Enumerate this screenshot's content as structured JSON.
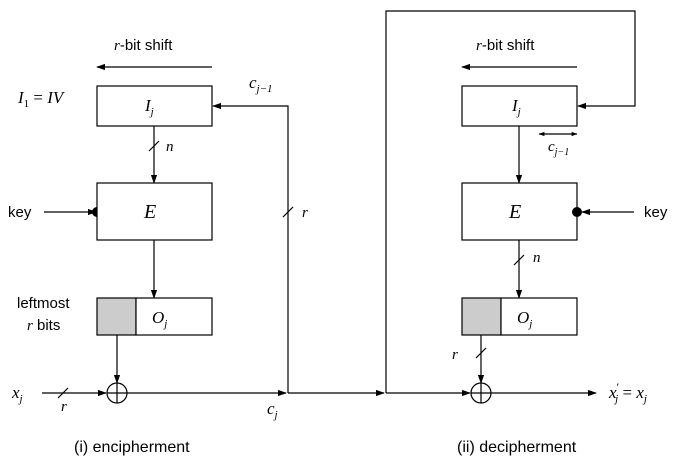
{
  "encipher": {
    "shift_prefix": "r",
    "shift_suffix": "-bit shift",
    "iv_I": "I",
    "iv_sub": "1",
    "iv_eq": " = ",
    "iv_val": "IV",
    "reg_main": "I",
    "reg_sub": "j",
    "n_label": "n",
    "key_label": "key",
    "cipher_label": "E",
    "leftmost_line1": "leftmost",
    "leftmost_r": "r",
    "leftmost_line2": " bits",
    "out_main": "O",
    "out_sub": "j",
    "x_main": "x",
    "x_sub": "j",
    "r_label": "r",
    "feedback_r": "r",
    "feedback_c_main": "c",
    "feedback_c_sub": "j−1",
    "c_main": "c",
    "c_sub": "j",
    "caption": "(i) encipherment"
  },
  "decipher": {
    "shift_prefix": "r",
    "shift_suffix": "-bit shift",
    "reg_main": "I",
    "reg_sub": "j",
    "c_main": "c",
    "c_sub": "j−1",
    "cipher_label": "E",
    "key_label": "key",
    "n_label": "n",
    "out_main": "O",
    "out_sub": "j",
    "r_label": "r",
    "x_main": "x",
    "x_prime": "′",
    "x_sub": "j",
    "x_eq": " = ",
    "x_rhs_main": "x",
    "x_rhs_sub": "j",
    "caption": "(ii) decipherment"
  }
}
